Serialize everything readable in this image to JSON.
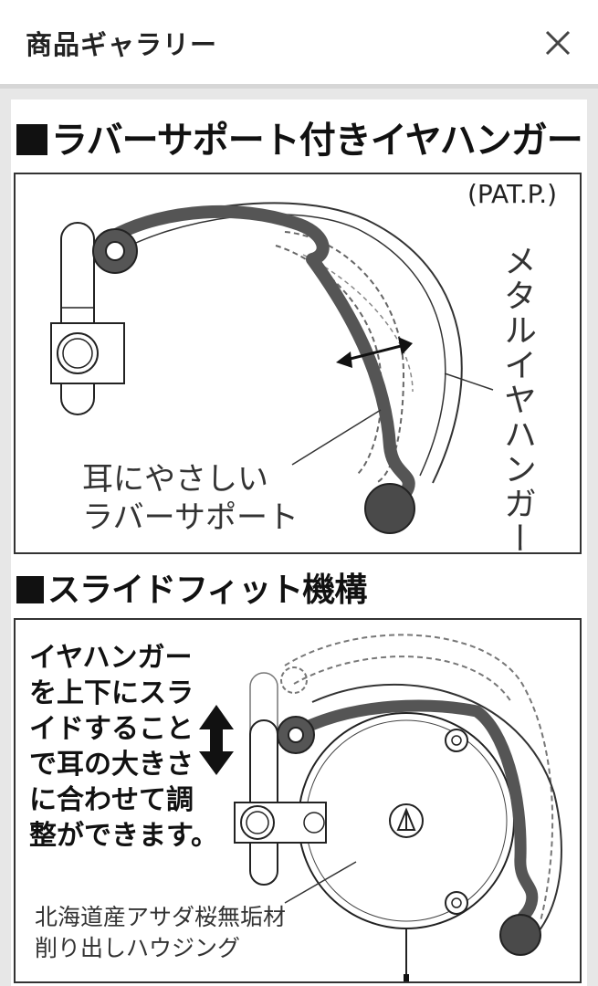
{
  "header": {
    "title": "商品ギャラリー",
    "close_icon": "close-icon"
  },
  "gallery": {
    "section1": {
      "title": "ラバーサポート付きイヤハンガー",
      "patent": "(PAT.P.)",
      "metal_label": "メタルイヤハンガー",
      "rubber_label_line1": "耳にやさしい",
      "rubber_label_line2": "ラバーサポート"
    },
    "section2": {
      "title": "スライドフィット機構",
      "description_lines": [
        "イヤハンガー",
        "を上下にスラ",
        "イドすること",
        "で耳の大きさ",
        "に合わせて調",
        "整ができます。"
      ],
      "housing_line1": "北海道産アサダ桜無垢材",
      "housing_line2": "削り出しハウジング"
    }
  },
  "colors": {
    "ink": "#111111",
    "hanger_gray": "#555555",
    "viewer_bg": "#e7e7e7"
  }
}
